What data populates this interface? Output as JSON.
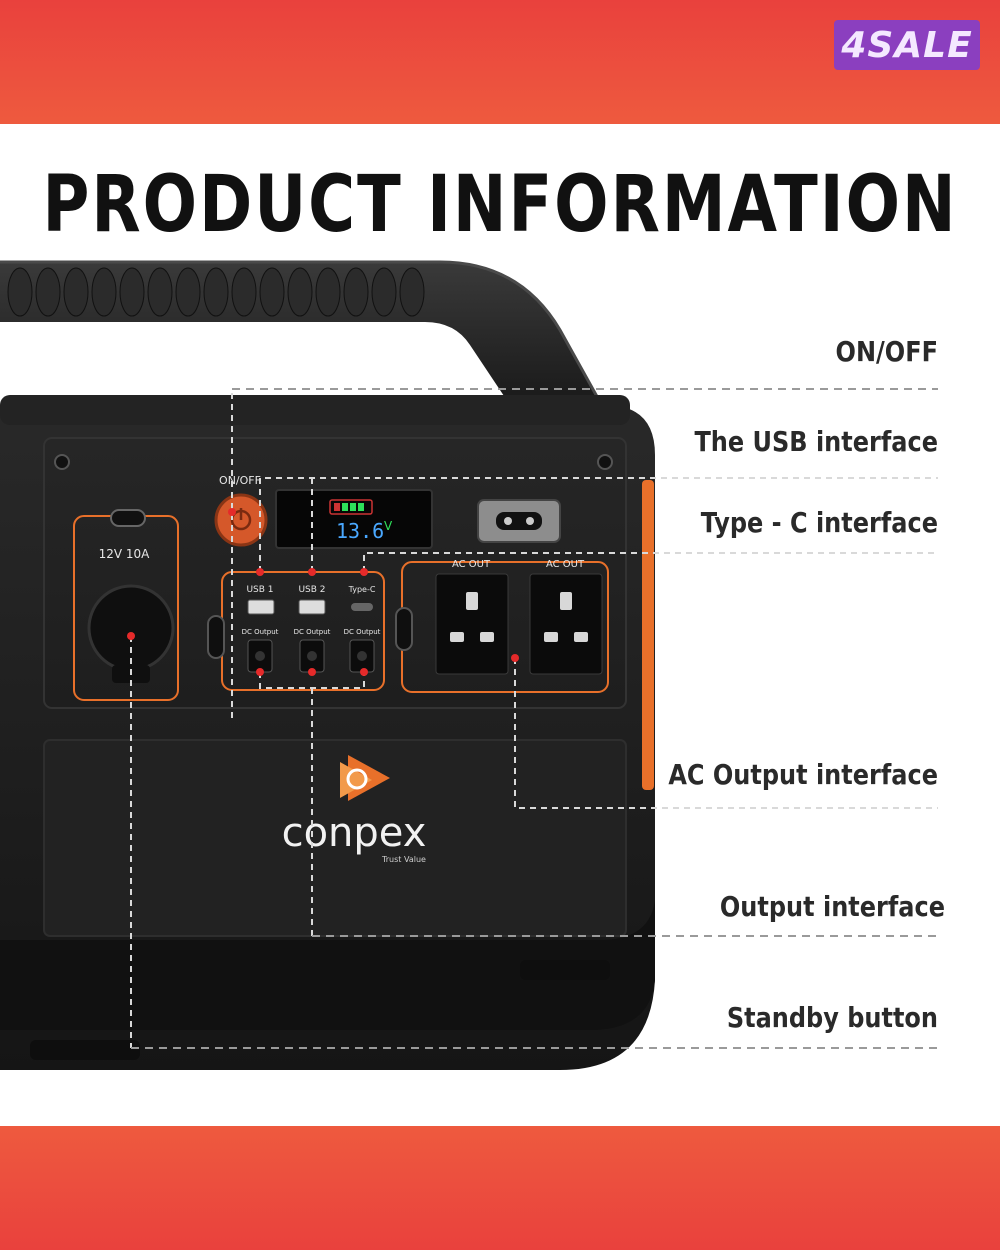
{
  "badge": {
    "text": "4SALE"
  },
  "header": {
    "title": "PRODUCT INFORMATION"
  },
  "callouts": [
    {
      "key": "on_off",
      "label": "ON/OFF"
    },
    {
      "key": "usb",
      "label": "The USB interface"
    },
    {
      "key": "typec",
      "label": "Type - C interface"
    },
    {
      "key": "ac_output",
      "label": "AC Output interface"
    },
    {
      "key": "output",
      "label": "Output interface"
    },
    {
      "key": "standby",
      "label": "Standby button"
    }
  ],
  "device": {
    "brand": "conpex",
    "tagline": "Trust Value",
    "car_port_label": "12V 10A",
    "power_button_label": "ON/OFF",
    "display_value": "13.6",
    "display_unit": "V",
    "ports": {
      "usb1": "USB 1",
      "usb2": "USB 2",
      "typec": "Type-C",
      "dc_output": "DC Output",
      "ac_out_1": "AC OUT",
      "ac_out_2": "AC OUT"
    }
  },
  "colors": {
    "band_red": "#e9413d",
    "badge_purple": "#8b3fbf",
    "accent_orange": "#e8702a",
    "device_body": "#1c1c1c",
    "marker_red": "#e52a2a",
    "display_green": "#2ee05a",
    "display_blue": "#4aa8ff"
  }
}
